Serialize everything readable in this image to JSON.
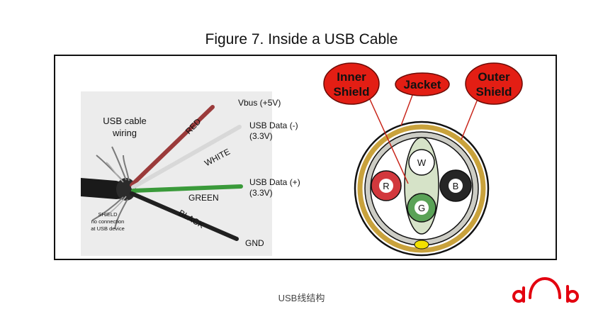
{
  "figure": {
    "title": "Figure 7. Inside a USB Cable",
    "caption": "USB线结构"
  },
  "photo": {
    "heading_line1": "USB cable",
    "heading_line2": "wiring",
    "wires": [
      {
        "color_label": "RED",
        "pin_line1": "Vbus (+5V)",
        "pin_line2": ""
      },
      {
        "color_label": "WHITE",
        "pin_line1": "USB Data (-)",
        "pin_line2": "(3.3V)"
      },
      {
        "color_label": "GREEN",
        "pin_line1": "USB Data (+)",
        "pin_line2": "(3.3V)"
      },
      {
        "color_label": "BLACK",
        "pin_line1": "GND",
        "pin_line2": ""
      }
    ],
    "shield_line1": "SHIELD",
    "shield_line2": "no connection",
    "shield_line3": "at USB device"
  },
  "cross_section": {
    "callouts": [
      {
        "line1": "Inner",
        "line2": "Shield"
      },
      {
        "line1": "Jacket",
        "line2": ""
      },
      {
        "line1": "Outer",
        "line2": "Shield"
      }
    ],
    "conductors": [
      "W",
      "R",
      "G",
      "B"
    ]
  },
  "colors": {
    "callout_fill": "#e31e14",
    "outer_shield": "#c9a23c",
    "foil": "#cdcdc5",
    "drain": "#f2e000",
    "core": "#d6e3c8",
    "red_conductor": "#d2383d",
    "green_conductor": "#5aa257",
    "black_conductor": "#262626",
    "logo": "#e3000f"
  }
}
